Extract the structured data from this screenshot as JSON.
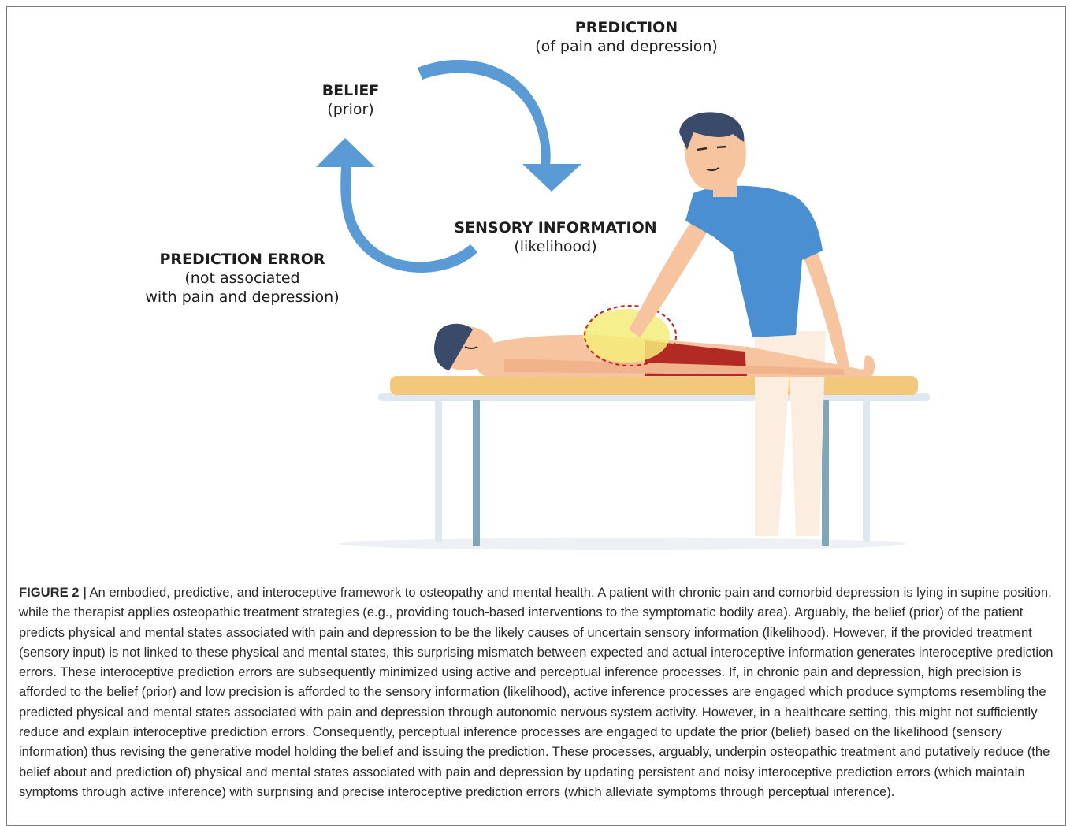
{
  "labels": {
    "prediction": {
      "head": "PREDICTION",
      "sub": "(of pain and depression)"
    },
    "belief": {
      "head": "BELIEF",
      "sub": "(prior)"
    },
    "sensory": {
      "head": "SENSORY INFORMATION",
      "sub": "(likelihood)"
    },
    "prediction_error": {
      "head": "PREDICTION ERROR",
      "sub1": "(not associated",
      "sub2": "with pain and depression)"
    }
  },
  "colors": {
    "arrow": "#5a9bd5",
    "table_top": "#f2c97a",
    "skin": "#f6c49f",
    "shirt": "#4a8fd1",
    "shorts": "#b22a24",
    "highlight": "#f5ec7a",
    "hair": "#3a4a6b"
  },
  "caption": {
    "figure_number": "FIGURE 2 |",
    "text": " An embodied, predictive, and interoceptive framework to osteopathy and mental health. A patient with chronic pain and comorbid depression is lying in supine position, while the therapist applies osteopathic treatment strategies (e.g., providing touch-based interventions to the symptomatic bodily area). Arguably, the belief (prior) of the patient predicts physical and mental states associated with pain and depression to be the likely causes of uncertain sensory information (likelihood). However, if the provided treatment (sensory input) is not linked to these physical and mental states, this surprising mismatch between expected and actual interoceptive information generates interoceptive prediction errors. These interoceptive prediction errors are subsequently minimized using active and perceptual inference processes. If, in chronic pain and depression, high precision is afforded to the belief (prior) and low precision is afforded to the sensory information (likelihood), active inference processes are engaged which produce symptoms resembling the predicted physical and mental states associated with pain and depression through autonomic nervous system activity. However, in a healthcare setting, this might not sufficiently reduce and explain interoceptive prediction errors. Consequently, perceptual inference processes are engaged to update the prior (belief) based on the likelihood (sensory information) thus revising the generative model holding the belief and issuing the prediction. These processes, arguably, underpin osteopathic treatment and putatively reduce (the belief about and prediction of) physical and mental states associated with pain and depression by updating persistent and noisy interoceptive prediction errors (which maintain symptoms through active inference) with surprising and precise interoceptive prediction errors (which alleviate symptoms through perceptual inference)."
  }
}
